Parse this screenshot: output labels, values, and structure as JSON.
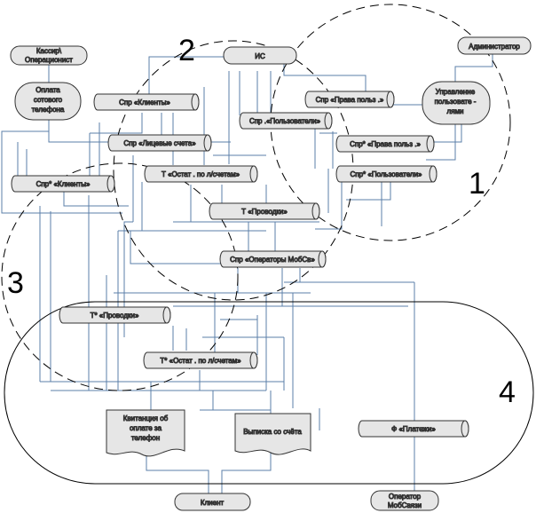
{
  "diagram": {
    "actors": {
      "cashier": [
        "Кассир\\",
        "Операционист"
      ],
      "admin": "Администратор",
      "client": "Клиент",
      "operator": [
        "Оператор",
        "МобСвязи"
      ]
    },
    "processes": {
      "pay_phone": [
        "Оплата",
        "сотового",
        "телефона"
      ],
      "user_mgmt": [
        "Управление",
        "пользовате -",
        "лями"
      ]
    },
    "stores": {
      "is": "ИС",
      "spr_clients": "Спр «Клиенты»",
      "spr_rights": "Спр «Права польз .»",
      "spr_users": "Спр .«Пользователи»",
      "spr_accounts": "Спр «Лицевые счета»",
      "spr_rights2": "Спр* «Права польз .»",
      "spr_users2": "Спр* «Пользователи»",
      "spr_clients2": "Спр* «Клиенты»",
      "t_balances": "Т «Остат . по л/счетам»",
      "t_postings": "Т «Проводки»",
      "spr_operators": "Спр «Операторы МобСв»",
      "t_postings2": "Т* «Проводки»",
      "t_balances2": "Т* «Остат . по л/счетам»",
      "f_payments": "Ф «Платежи»"
    },
    "documents": {
      "receipt": [
        "Квитанция об",
        "оплате за",
        "телефон"
      ],
      "statement": "Выписка со счёта"
    },
    "zones": [
      "1",
      "2",
      "3",
      "4"
    ],
    "colors": {
      "line": "#5b7fa8",
      "dash": "#000000"
    }
  }
}
